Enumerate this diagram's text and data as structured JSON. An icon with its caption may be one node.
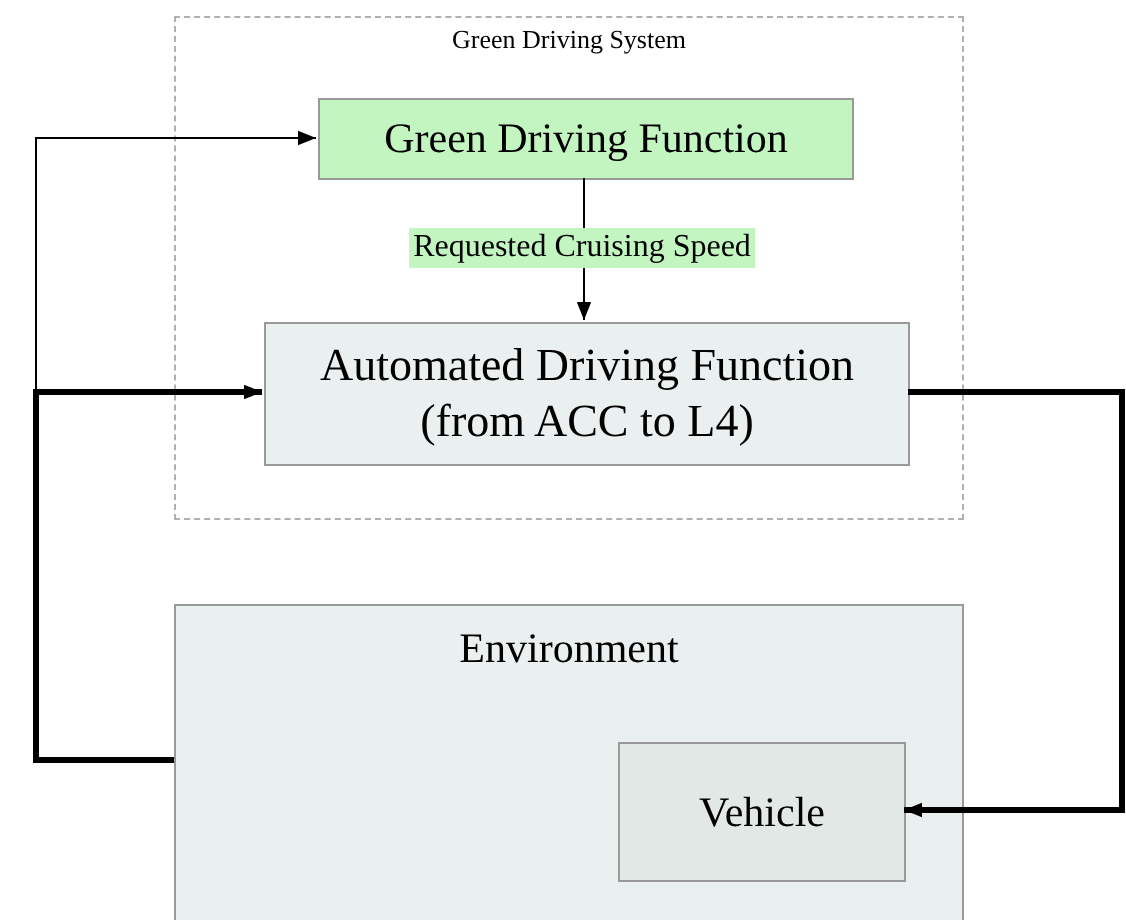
{
  "diagram": {
    "nodes": [
      {
        "text": [
          "Green Driving System"
        ]
      },
      {
        "text": [
          "Green Driving Function"
        ],
        "in": 0
      },
      {
        "text": [
          "Automated Driving Function (from ACC to L4)"
        ],
        "in": 0
      },
      {
        "text": [
          "Environment"
        ]
      },
      {
        "text": [
          "Vehicle"
        ],
        "in": 3
      }
    ],
    "edges": [
      {
        "from": 1,
        "to": 2,
        "arrow": "to",
        "label": "Requested Cruising Speed"
      },
      {
        "from": 3,
        "to": 1,
        "arrow": "to"
      },
      {
        "from": 3,
        "to": 2,
        "arrow": "to",
        "style": "thick"
      },
      {
        "from": 2,
        "to": 4,
        "arrow": "to",
        "style": "thick"
      }
    ]
  }
}
